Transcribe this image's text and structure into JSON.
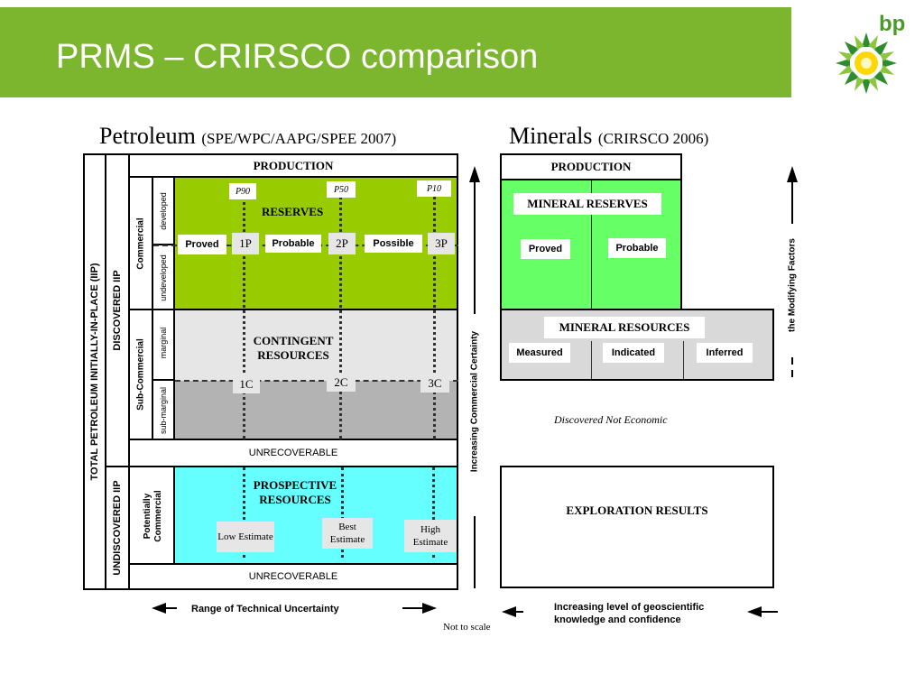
{
  "slide": {
    "title": "PRMS – CRIRSCO comparison",
    "logo_text": "bp",
    "accent_color": "#7bb62e",
    "logo_icon": "bp-helios-sunflower-icon"
  },
  "petroleum": {
    "heading": "Petroleum",
    "heading_source": "(SPE/WPC/AAPG/SPEE 2007)",
    "total_iip": "TOTAL PETROLEUM INITIALLY-IN-PLACE (IIP)",
    "discovered_iip": "DISCOVERED IIP",
    "undiscovered_iip": "UNDISCOVERED IIP",
    "production": "PRODUCTION",
    "commercial": "Commercial",
    "developed": "developed",
    "undeveloped": "undeveloped",
    "sub_commercial": "Sub-Commercial",
    "marginal": "marginal",
    "sub_marginal": "sub-marginal",
    "potentially_commercial": "Potentially Commercial",
    "reserves": "RESERVES",
    "p90": "P90",
    "p50": "P50",
    "p10": "P10",
    "proved": "Proved",
    "probable": "Probable",
    "possible": "Possible",
    "one_p": "1P",
    "two_p": "2P",
    "three_p": "3P",
    "contingent_resources": "CONTINGENT RESOURCES",
    "one_c": "1C",
    "two_c": "2C",
    "three_c": "3C",
    "unrecoverable_1": "UNRECOVERABLE",
    "prospective_resources": "PROSPECTIVE RESOURCES",
    "low_estimate": "Low Estimate",
    "best_estimate": "Best Estimate",
    "high_estimate": "High Estimate",
    "unrecoverable_2": "UNRECOVERABLE",
    "increasing_certainty": "Increasing Commercial Certainty",
    "range_uncertainty": "Range of  Technical Uncertainty",
    "not_to_scale": "Not to scale",
    "reserves_color": "#99cc00",
    "contingent_color": "#e6e6e6",
    "contingent_sub_color": "#b3b3b3",
    "prospective_color": "#66ffff"
  },
  "minerals": {
    "heading": "Minerals",
    "heading_source": "(CRIRSCO 2006)",
    "production": "PRODUCTION",
    "mineral_reserves": "MINERAL RESERVES",
    "proved": "Proved",
    "probable": "Probable",
    "mineral_resources": "MINERAL RESOURCES",
    "measured": "Measured",
    "indicated": "Indicated",
    "inferred": "Inferred",
    "discovered_not_economic": "Discovered Not Economic",
    "exploration_results": "EXPLORATION RESULTS",
    "modifying_factors": "the Modifying Factors",
    "increasing_knowledge": "Increasing level of geoscientific knowledge and confidence",
    "reserves_color": "#66ff66",
    "resources_color": "#d9d9d9"
  }
}
